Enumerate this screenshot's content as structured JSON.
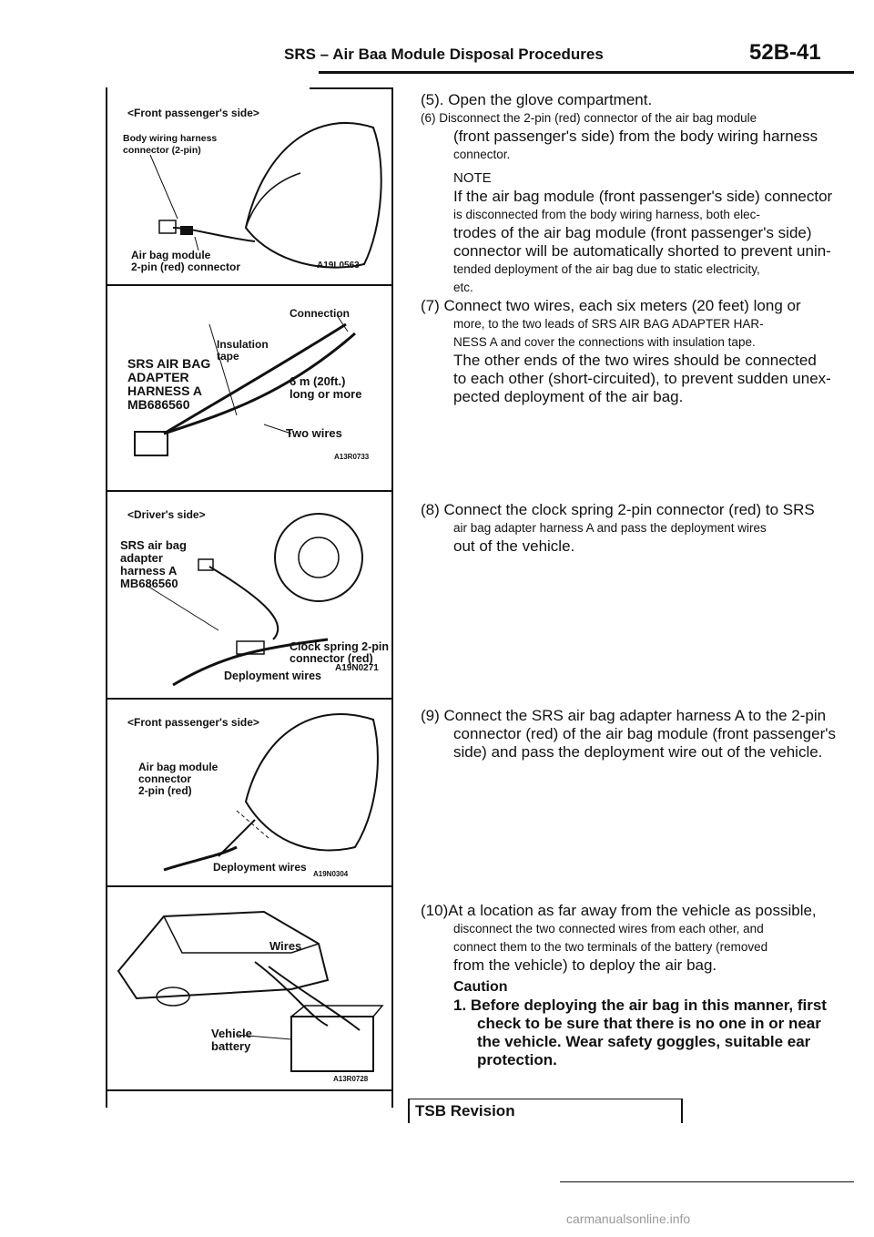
{
  "header": {
    "title": "SRS – Air Baa Module Disposal Procedures",
    "page_number": "52B-41"
  },
  "figures": [
    {
      "title": "<Front passenger's side>",
      "labels": [
        "Body wiring harness\nconnector (2-pin)",
        "Air bag module\n2-pin (red) connector"
      ],
      "code": "A19L0563"
    },
    {
      "title": "",
      "labels": [
        "Connection",
        "Insulation\ntape",
        "SRS AIR BAG\nADAPTER\nHARNESS A\nMB686560",
        "6 m (20ft.)\nlong or more",
        "Two wires"
      ],
      "code": "A13R0733"
    },
    {
      "title": "<Driver's side>",
      "labels": [
        "SRS air bag\nadapter\nharness A\nMB686560",
        "Clock spring 2-pin\nconnector (red)",
        "Deployment wires"
      ],
      "code": "A19N0271"
    },
    {
      "title": "<Front passenger's side>",
      "labels": [
        "Air bag module\nconnector\n2-pin (red)",
        "Deployment wires"
      ],
      "code": "A19N0304"
    },
    {
      "title": "",
      "labels": [
        "Wires",
        "Vehicle\nbattery"
      ],
      "code": "A13R0728"
    }
  ],
  "steps": {
    "s5": "(5). Open the glove compartment.",
    "s6_a": "(6) Disconnect the 2-pin (red) connector of the air bag module",
    "s6_b": "(front passenger's side) from the body wiring harness",
    "s6_c": "connector.",
    "note_label": "NOTE",
    "note_1": "If the air bag module (front passenger's side) connector",
    "note_2": "is disconnected from the body wiring harness, both elec-",
    "note_3": "trodes of the air bag module (front passenger's side)",
    "note_4": "connector will be automatically shorted to prevent unin-",
    "note_5": "tended deployment of the air bag due to static electricity,",
    "note_6": "etc.",
    "s7_a": "(7) Connect two wires, each six meters (20 feet) long or",
    "s7_b": "more, to the two leads of SRS AIR BAG ADAPTER HAR-",
    "s7_c": "NESS A and cover the connections with insulation tape.",
    "s7_d": "The other ends of the two wires should be connected",
    "s7_e": "to each other (short-circuited), to prevent sudden unex-",
    "s7_f": "pected deployment of the air bag.",
    "s8_a": "(8) Connect the clock spring 2-pin connector (red) to SRS",
    "s8_b": "air bag adapter harness A and pass the deployment wires",
    "s8_c": "out of the vehicle.",
    "s9_a": "(9) Connect the SRS air bag adapter harness A to the 2-pin",
    "s9_b": "connector (red) of the air bag module (front passenger's",
    "s9_c": "side) and pass the deployment wire out of the vehicle.",
    "s10_a": "(10)At a location as far away from the vehicle as possible,",
    "s10_b": "disconnect the two connected wires from each other, and",
    "s10_c": "connect them to the two terminals of the battery (removed",
    "s10_d": "from the vehicle) to deploy the air bag.",
    "caution_label": "Caution",
    "caution_1a": "1. Before deploying the air bag in this manner, first",
    "caution_1b": "check to be sure that there is no one in or near",
    "caution_1c": "the vehicle. Wear safety goggles, suitable ear",
    "caution_1d": "protection."
  },
  "footer": {
    "tsb": "TSB Revision",
    "watermark": "carmanualsonline.info"
  }
}
